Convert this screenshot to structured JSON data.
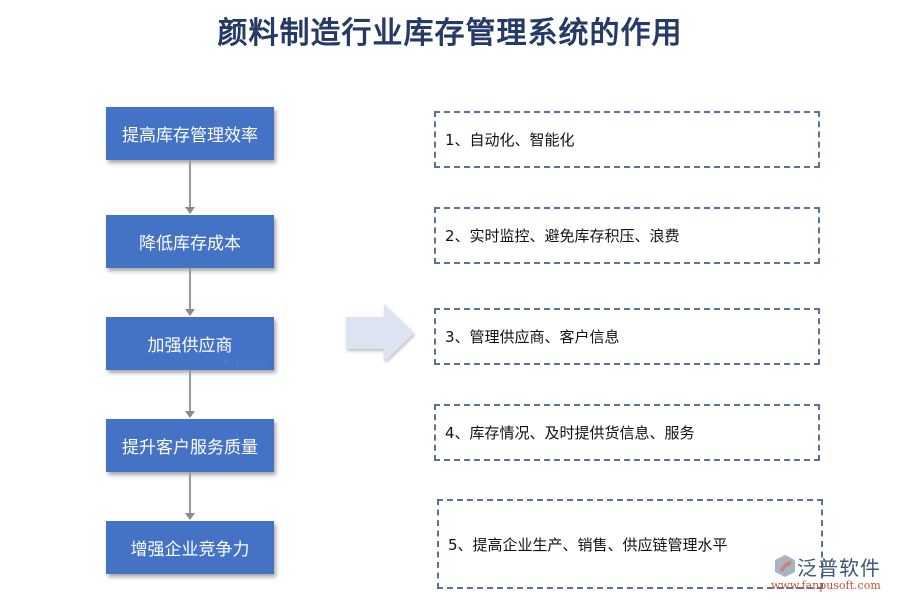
{
  "title": "颜料制造行业库存管理系统的作用",
  "colors": {
    "title": "#253a66",
    "step_fill": "#4472c4",
    "box_border": "#5b7398",
    "arrow_fill": "#dce3f2",
    "connector": "#9a9a9a"
  },
  "steps": [
    {
      "label": "提高库存管理效率"
    },
    {
      "label": "降低库存成本"
    },
    {
      "label": "加强供应商"
    },
    {
      "label": "提升客户服务质量"
    },
    {
      "label": "增强企业竞争力"
    }
  ],
  "details": [
    {
      "text": "1、自动化、智能化"
    },
    {
      "text": "2、实时监控、避免库存积压、浪费"
    },
    {
      "text": "3、管理供应商、客户信息"
    },
    {
      "text": "4、库存情况、及时提供货信息、服务"
    },
    {
      "text": "5、提高企业生产、销售、供应链管理水平"
    }
  ],
  "watermark": {
    "brand": "泛普软件",
    "url": "www.fanpusoft.com"
  }
}
